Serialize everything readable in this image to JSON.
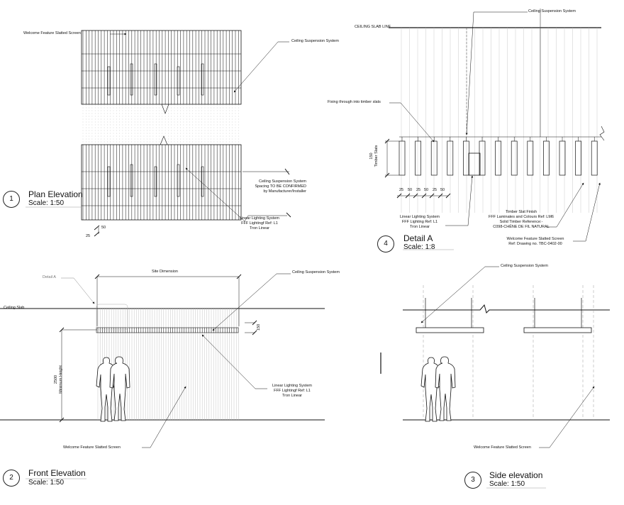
{
  "views": {
    "plan": {
      "number": "1",
      "title": "Plan Elevation",
      "scale": "Scale: 1:50"
    },
    "front": {
      "number": "2",
      "title": "Front Elevation",
      "scale": "Scale: 1:50"
    },
    "side": {
      "number": "3",
      "title": "Side elevation",
      "scale": "Scale: 1:50"
    },
    "detail": {
      "number": "4",
      "title": "Detail A",
      "scale": "Scale: 1:8"
    }
  },
  "labels": {
    "welcome_screen": "Welcome Feature Slatted Screen",
    "ceiling_suspension": "Ceiling Suspension System",
    "spacing_note": [
      "Ceiling Suspension System",
      "Spacing TO BE CONFIRMED",
      "by Manufacturer/Installer"
    ],
    "lighting_plan": [
      "Linear Lighting System",
      "FFF Lightingf Ref: L1",
      "Tron Linear"
    ],
    "lighting_front": [
      "Linear Lighting System",
      "FFF Lightingf Ref: L1",
      "Tron Linear"
    ],
    "lighting_detail": [
      "Linear Lighting System",
      "FFF Lighting Ref: L1",
      "Tron Linear"
    ],
    "dim_50": "50",
    "dim_25": "25",
    "detail_a": "Detail A",
    "site_dimension": "Site Dimension",
    "ceiling_slab": "Ceiling Slab",
    "dim_150": "150",
    "min_height": [
      "2500",
      "Minimum Height"
    ],
    "ceiling_slab_line": "CEILING SLAB LINE",
    "fixing": "Fixing through into timber slats",
    "timber_slats": [
      "150",
      "Timber Slats"
    ],
    "slat_dims": [
      "25",
      "50",
      "25",
      "50",
      "25",
      "50"
    ],
    "timber_finish": [
      "Timber Slat Finish",
      "FFF Laminates and Colours Ref: LM6",
      "Solid Timber Reference:-",
      "C098-CHÊNE DE FIL NATURAL"
    ],
    "screen_ref": [
      "Welcome Feature Slatted Screen",
      "Ref: Drawing no. TBC-0402-00"
    ]
  },
  "colors": {
    "line": "#111111",
    "light_line": "#bdbdbd",
    "faint": "#d9d9d9"
  }
}
